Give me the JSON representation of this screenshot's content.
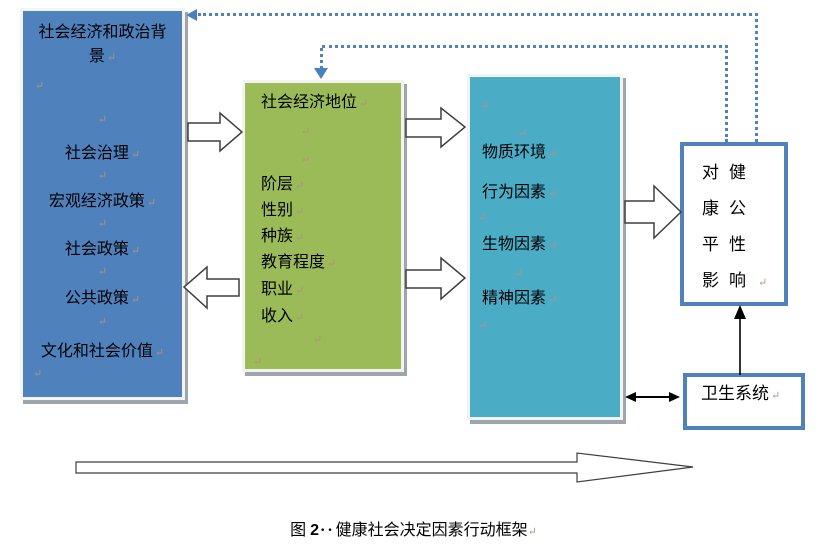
{
  "diagram": {
    "colors": {
      "context_fill": "#4f81bd",
      "position_fill": "#9bbb59",
      "intermediary_fill": "#4bacc6",
      "outline_blue": "#4f81bd",
      "dotted_line_blue": "#4a7fc1"
    },
    "context_box": {
      "title": "社会经济和政治背景",
      "items": [
        "社会治理",
        "宏观经济政策",
        "社会政策",
        "公共政策",
        "文化和社会价值"
      ]
    },
    "position_box": {
      "title": "社会经济地位",
      "items": [
        "阶层",
        "性别",
        "种族",
        "教育程度",
        "职业",
        "收入"
      ]
    },
    "intermediary_box": {
      "items": [
        "物质环境",
        "行为因素",
        "生物因素",
        "精神因素"
      ]
    },
    "impact_box": {
      "lines": [
        "对健",
        "康公",
        "平性",
        "影响"
      ]
    },
    "health_system_box": {
      "label": "卫生系统"
    },
    "caption": {
      "figure_label": "图 ",
      "figure_number": "2",
      "space_marks": "··",
      "title": "健康社会决定因素行动框架"
    }
  }
}
